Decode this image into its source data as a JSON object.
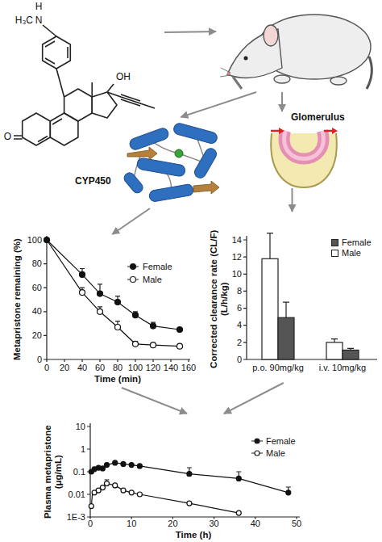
{
  "diagram": {
    "nodes": [
      {
        "text": [
          "H",
          "H₃C",
          "N",
          "OH",
          "O"
        ]
      },
      {
        "text": []
      },
      {
        "text": [
          "CYP450"
        ]
      },
      {
        "text": [
          "Glomerulus"
        ]
      },
      {
        "text": [
          "Metapristone remaining (%)",
          "Time (min)"
        ]
      },
      {
        "text": [
          "Corrected clearance rate (CL/F) (L/h/kg)"
        ]
      },
      {
        "text": [
          "Plasma metapristone (μg/mL)",
          "Time (h)"
        ]
      }
    ],
    "edges": [
      {
        "from": 0,
        "to": 1,
        "arrow": "to"
      },
      {
        "from": 1,
        "to": 2,
        "arrow": "to"
      },
      {
        "from": 1,
        "to": 3,
        "arrow": "to"
      },
      {
        "from": 2,
        "to": 4,
        "arrow": "to"
      },
      {
        "from": 3,
        "to": 5,
        "arrow": "to"
      },
      {
        "from": 4,
        "to": 6,
        "arrow": "to"
      },
      {
        "from": 5,
        "to": 6,
        "arrow": "to"
      }
    ],
    "labels": [
      "0",
      "20",
      "40",
      "60",
      "80",
      "100",
      "0",
      "20",
      "40",
      "60",
      "80",
      "100",
      "120",
      "140",
      "160",
      "0",
      "2",
      "4",
      "6",
      "8",
      "10",
      "12",
      "14",
      "p.o. 90mg/kg",
      "i.v. 10mg/kg",
      "10",
      "1",
      "0.1",
      "0.01",
      "1E-3",
      "0",
      "10",
      "20",
      "30",
      "40",
      "50"
    ],
    "legend": [
      {
        "text": "Female"
      },
      {
        "text": "Male"
      },
      {
        "text": "Female",
        "color": "#555555"
      },
      {
        "text": "Male",
        "color": "#ffffff"
      },
      {
        "text": "Female"
      },
      {
        "text": "Male"
      }
    ]
  }
}
